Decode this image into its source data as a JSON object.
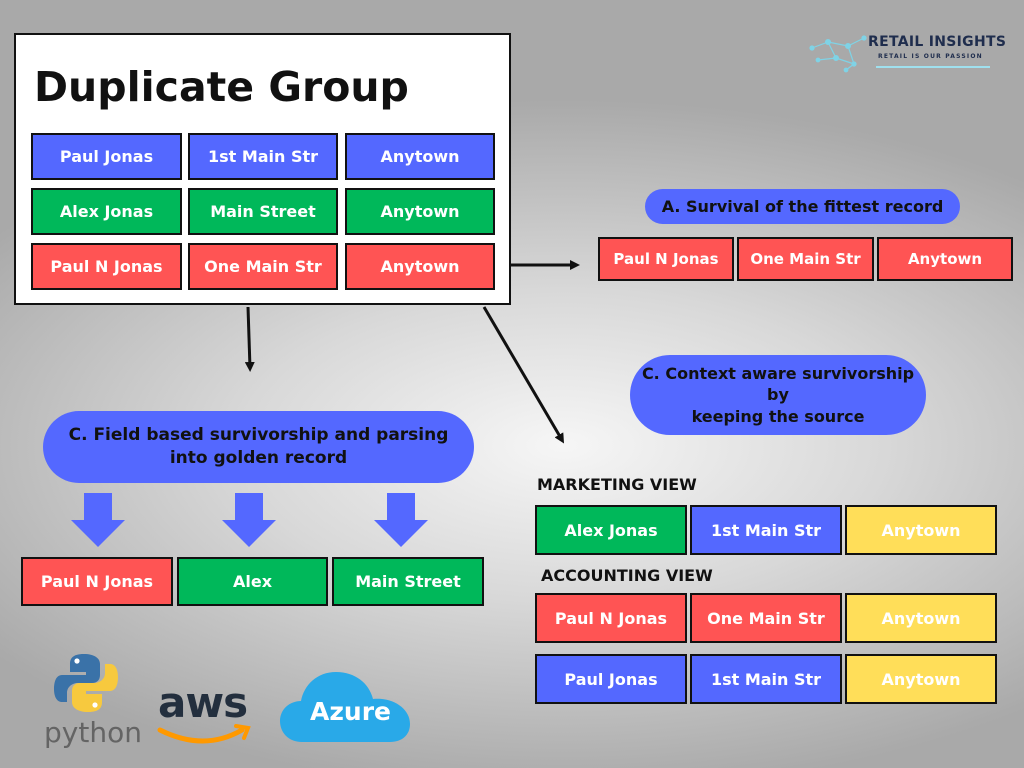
{
  "brand": {
    "name": "RETAIL INSIGHTS",
    "tagline": "RETAIL IS OUR PASSION"
  },
  "duplicate_group": {
    "title": "Duplicate Group",
    "rows": [
      {
        "cells": [
          "Paul Jonas",
          "1st Main Str",
          "Anytown"
        ],
        "color": "#5468ff"
      },
      {
        "cells": [
          "Alex Jonas",
          "Main Street",
          "Anytown"
        ],
        "color": "#00b85a"
      },
      {
        "cells": [
          "Paul N Jonas",
          "One Main Str",
          "Anytown"
        ],
        "color": "#ff5454"
      }
    ]
  },
  "option_a": {
    "label": "A. Survival of the fittest record",
    "record": [
      "Paul N Jonas",
      "One Main Str",
      "Anytown"
    ]
  },
  "option_c_field": {
    "label": "C. Field based survivorship and parsing\ninto golden record",
    "record": [
      "Paul N Jonas",
      "Alex",
      "Main Street"
    ]
  },
  "option_c_context": {
    "label": "C. Context aware survivorship by\nkeeping the source",
    "marketing": {
      "label": "MARKETING VIEW",
      "record": [
        "Alex Jonas",
        "1st Main Str",
        "Anytown"
      ]
    },
    "accounting": {
      "label": "ACCOUNTING VIEW",
      "records": [
        [
          "Paul N Jonas",
          "One Main Str",
          "Anytown"
        ],
        [
          "Paul Jonas",
          "1st Main Str",
          "Anytown"
        ]
      ]
    }
  },
  "logos": {
    "python": "python",
    "aws": "aws",
    "azure": "Azure"
  },
  "colors": {
    "blue": "#5468ff",
    "green": "#00b85a",
    "red": "#ff5454",
    "yellow": "#ffde59"
  }
}
